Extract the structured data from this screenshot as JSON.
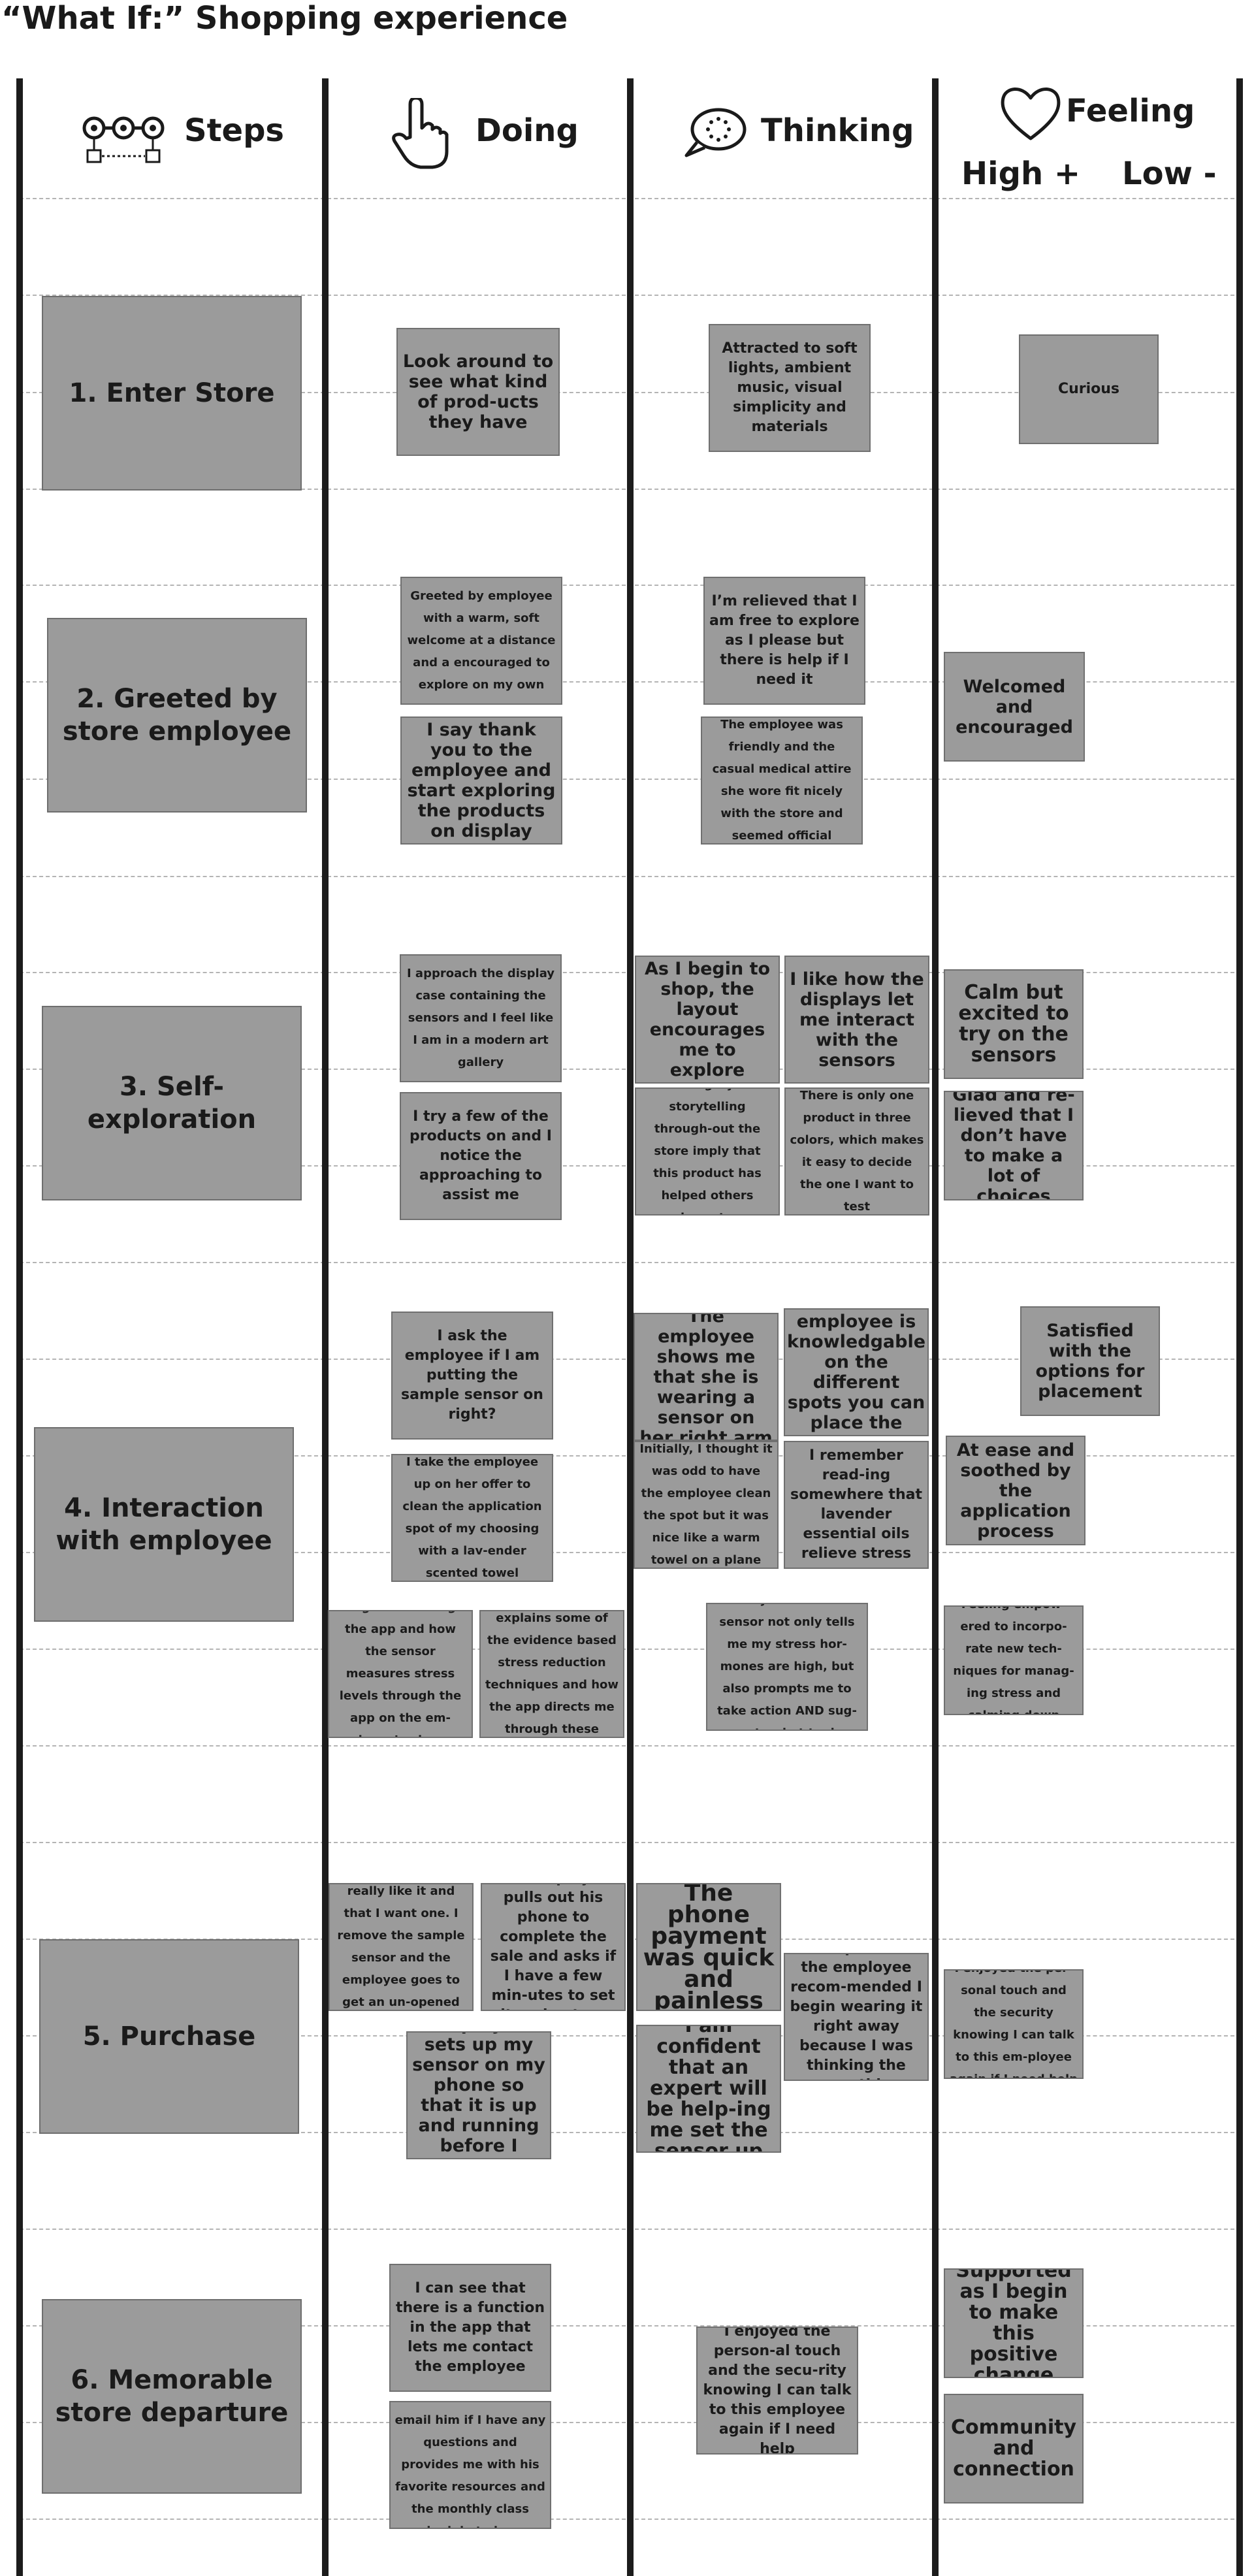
{
  "title": "“What If:” Shopping experience",
  "columns": {
    "steps": "Steps",
    "doing": "Doing",
    "thinking": "Thinking",
    "feeling": "Feeling",
    "high": "High +",
    "low": "Low -"
  },
  "icons": {
    "steps": "process-steps-icon",
    "doing": "hand-pointer-icon",
    "thinking": "thought-bubble-icon",
    "feeling": "heart-icon"
  },
  "colors": {
    "card_fill": "#9b9b9b",
    "card_border": "#707070",
    "column_line": "#1c1c1c",
    "guide_line": "#b4b4b4"
  },
  "steps": [
    "1. Enter Store",
    "2. Greeted by store employee",
    "3. Self-exploration",
    "4. Interaction with employee",
    "5. Purchase",
    "6. Memorable store departure"
  ],
  "cards": {
    "s1_doing": "Look around to see what kind of prod-ucts they have",
    "s1_thinking": "Attracted to soft lights, ambient music, visual simplicity and materials",
    "s1_feeling": "Curious",
    "s2_doing_1": "Greeted by employee with a warm, soft welcome at a distance and a encouraged to explore on my own",
    "s2_doing_2": "I say thank you to the employee and start exploring the products on display",
    "s2_thinking_1": "I’m relieved that I am free to explore as I please but there is help if I need it",
    "s2_thinking_2": "The employee was friendly and the casual medical attire she wore fit nicely with the store and seemed official",
    "s2_feeling": "Welcomed and encouraged",
    "s3_doing_1": "I approach the display case containing the sensors and I feel like I am in a modern art gallery",
    "s3_doing_2": "I try a few of the products on and I notice the approaching to assist me",
    "s3_thinking_1": "As I begin to shop, the layout encourages me to explore",
    "s3_thinking_2": "I like how the displays let me interact with the sensors",
    "s3_thinking_3": "The imagery and storytelling through-out the store imply that this product has helped others reduce stress",
    "s3_thinking_4": "There is only one product in three colors, which makes it easy to decide the one I want to test",
    "s3_feeling_1": "Calm but excited to try on the sensors",
    "s3_feeling_2": "Glad and re-lieved that I don’t have to make a lot of choices",
    "s4_doing_1": "I ask the employee if I am putting the sample sensor on right?",
    "s4_doing_2": "I take the employee up on her offer to clean the application spot of my choosing with a lav-ender scented towel",
    "s4_doing_3": "I’m guided through the app and how the sensor measures stress levels through the app on the em-ployee’s phone",
    "s4_doing_4": "The employee explains some of the evidence based stress reduction techniques and how the app directs me through these exercises",
    "s4_thinking_1": "The employee shows me that she is wearing a sensor on her right arm",
    "s4_thinking_2": "I like that the employee is knowledgable on the different spots you can place the sensor",
    "s4_thinking_3": "Initially, I thought it was odd to have the employee clean the spot but it was nice like a warm towel on a plane",
    "s4_thinking_4": "I remember read-ing somewhere that lavender essential oils relieve stress",
    "s4_thinking_5": "I really like that the sensor not only tells me my stress hor-mones are high, but also prompts me to take action AND sug-gests what to do",
    "s4_feeling_1": "Satisfied with the options for placement",
    "s4_feeling_2": "At ease and soothed by the application process",
    "s4_feeling_3": "Feeling empow-ered to incorpo-rate new tech-niques for manag-ing stress and calming down",
    "s5_doing_1": "I tell the employee I really like it and that I want one. I remove the sample sensor and the employee goes to get an un-opened sensor",
    "s5_doing_2": "The employee pulls out his phone to complete the sale and asks if I have a few min-utes to set it up in-store",
    "s5_doing_3": "Employee sets up my sensor on my phone so that it is up and running before I leave",
    "s5_thinking_1": "The phone payment was quick and painless",
    "s5_thinking_2": "I am confident that an expert will be help-ing me set the sensor up",
    "s5_thinking_3": "I am pleased the employee recom-mended I begin wearing it right away because I was thinking the same thing",
    "s5_feeling": "I enjoyed the per-sonal touch and the security knowing I can talk to this em-ployee again if I need help",
    "s6_doing_1": "I can see that there is a function in the app that lets me contact the employee",
    "s6_doing_2": "The employee instructs me to text or email him if I have any questions and provides me with his favorite resources and the monthly class schedule to learn more",
    "s6_thinking": "I enjoyed the person-al touch and the secu-rity knowing I can talk to this employee again if I need help",
    "s6_feeling_1": "Supported as I begin to make this positive change",
    "s6_feeling_2": "Community and connection"
  }
}
